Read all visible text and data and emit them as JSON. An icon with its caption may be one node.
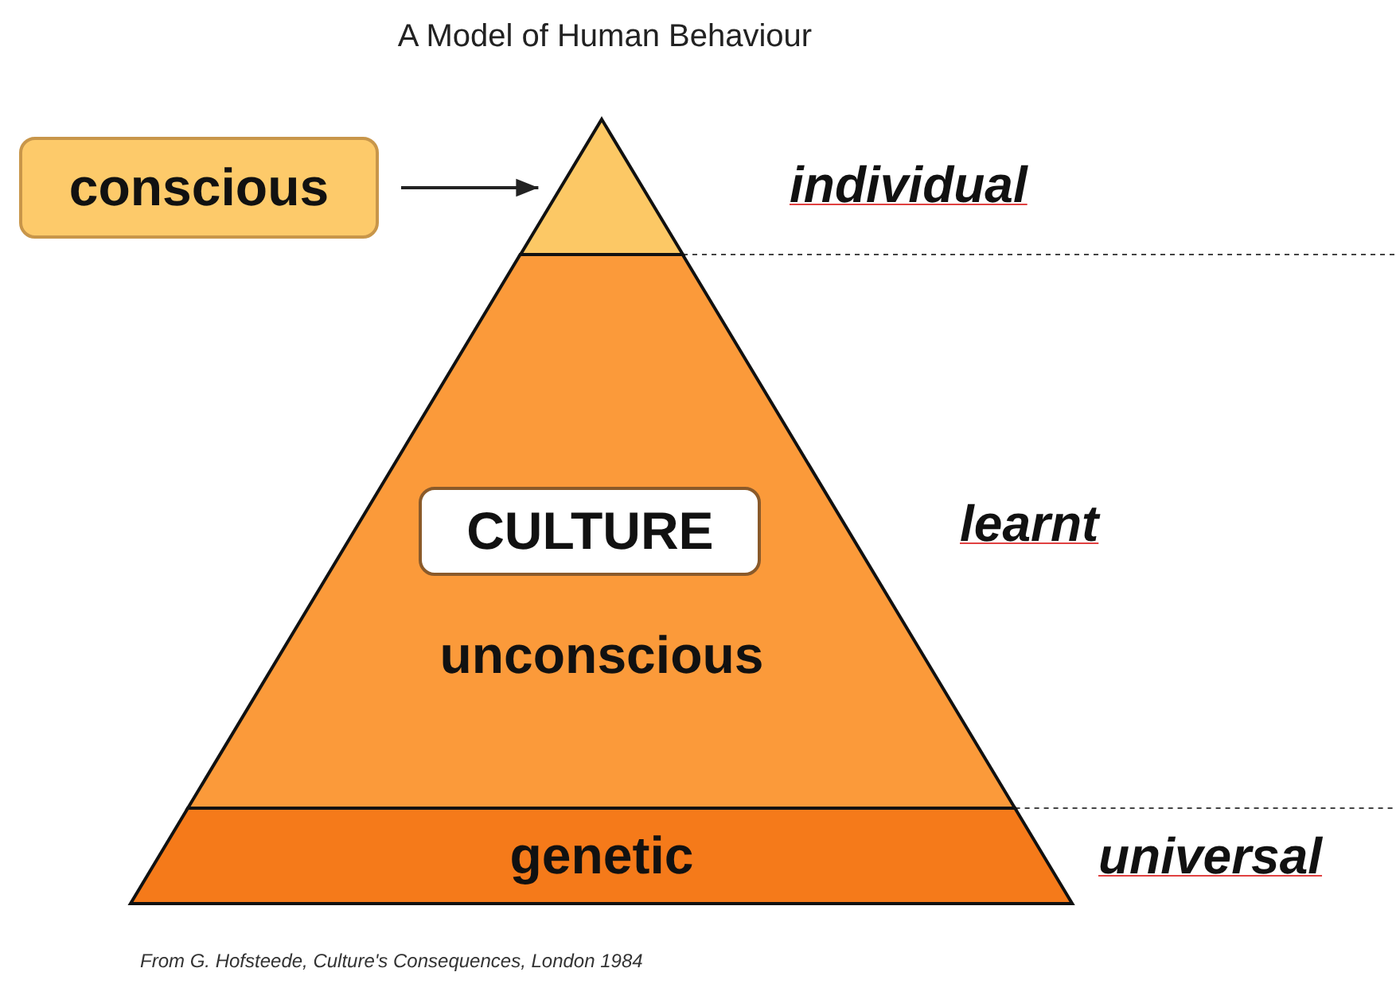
{
  "diagram": {
    "title": "A Model of Human Behaviour",
    "caption": "From G. Hofsteede, Culture's Consequences, London 1984",
    "nodes": [
      {
        "text": [
          "conscious"
        ]
      },
      {
        "text": [],
        "shape": "triangle"
      },
      {
        "text": [
          "unconscious"
        ]
      },
      {
        "text": [
          "CULTURE"
        ],
        "in": 2
      },
      {
        "text": [
          "genetic"
        ]
      }
    ],
    "edges": [
      {
        "from": 0,
        "to": 1,
        "arrow": "to"
      }
    ],
    "labels": [
      "individual",
      "learnt",
      "universal"
    ]
  }
}
